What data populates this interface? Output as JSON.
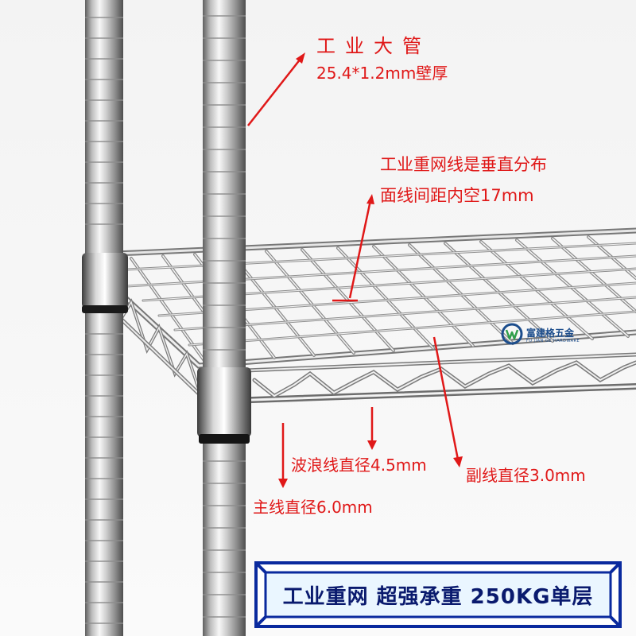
{
  "callouts": {
    "pipe_title": "工业大管",
    "pipe_spec": "25.4*1.2mm壁厚",
    "mesh_line1": "工业重网线是垂直分布",
    "mesh_line2": "面线间距内空17mm",
    "wave_wire": "波浪线直径4.5mm",
    "sub_wire": "副线直径3.0mm",
    "main_wire": "主线直径6.0mm"
  },
  "logo": {
    "name_cn": "富建格五金",
    "name_en": "FU JIAN GE HARDWARE"
  },
  "banner": {
    "text": "工业重网 超强承重 250KG单层"
  },
  "colors": {
    "callout_red": "#e01818",
    "banner_border": "#0a2a9e",
    "banner_text": "#0a1a6e",
    "chrome_dark": "#6f6f6f",
    "chrome_light": "#f4f4f4"
  }
}
